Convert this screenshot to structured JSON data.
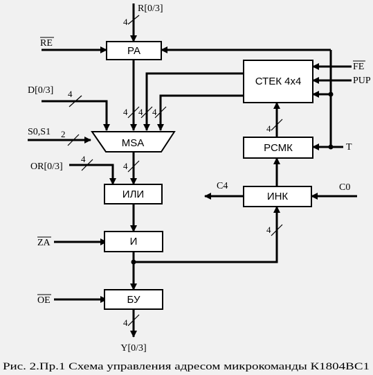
{
  "blocks": {
    "ra": "РА",
    "stack": "СТЕК 4x4",
    "msa": "MSA",
    "rsmk": "РСМК",
    "ili": "ИЛИ",
    "ink": "ИНК",
    "and": "И",
    "bu": "БУ"
  },
  "signals": {
    "r": "R[0/3]",
    "re": "RE",
    "fe": "FE",
    "pup": "PUP",
    "d": "D[0/3]",
    "s": "S0,S1",
    "or": "OR[0/3]",
    "t": "T",
    "c4": "C4",
    "c0": "C0",
    "za": "ZA",
    "oe": "OE",
    "y": "Y[0/3]"
  },
  "widths": {
    "r": "4",
    "d": "4",
    "s": "2",
    "or": "4",
    "ra_msa": "4",
    "stack_msa_1": "4",
    "stack_msa_2": "4",
    "rsmk_stack": "4",
    "msa_ili": "4",
    "and_ink": "4",
    "y": "4"
  },
  "caption": "Рис. 2.Пр.1  Схема управления адресом микрокоманды  К1804ВС1"
}
